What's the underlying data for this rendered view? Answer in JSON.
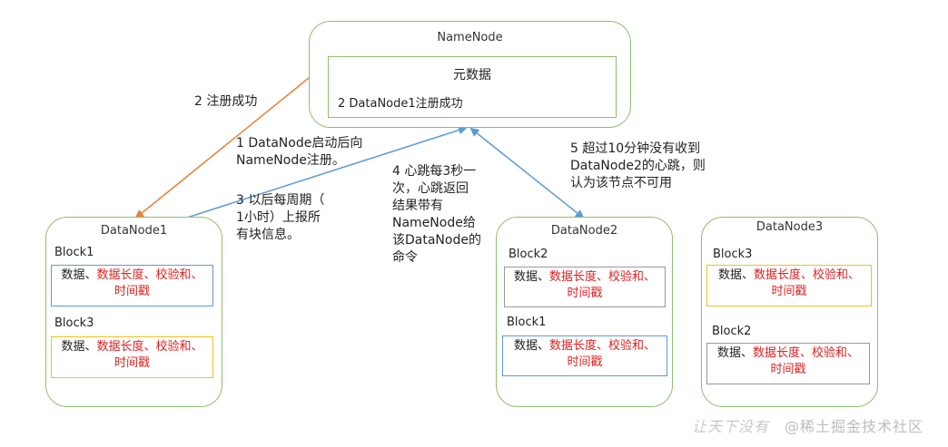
{
  "namenode": {
    "title": "NameNode",
    "meta_title": "元数据",
    "meta_entry": "2 DataNode1注册成功"
  },
  "block_content": {
    "a": "数据、",
    "b": "数据长度、校验和、",
    "c": "时间戳"
  },
  "datanodes": [
    {
      "title": "DataNode1",
      "blocks": [
        "Block1",
        "Block3"
      ]
    },
    {
      "title": "DataNode2",
      "blocks": [
        "Block2",
        "Block1"
      ]
    },
    {
      "title": "DataNode3",
      "blocks": [
        "Block3",
        "Block2"
      ]
    }
  ],
  "annotations": {
    "register_success": "2 注册成功",
    "register_1": "1 DataNode启动后向",
    "register_2": "NameNode注册。",
    "report_1": "3 以后每周期（",
    "report_2": "1小时）上报所",
    "report_3": "有块信息。",
    "heartbeat_1": "4 心跳每3秒一",
    "heartbeat_2": "次，心跳返回",
    "heartbeat_3": "结果带有",
    "heartbeat_4": "NameNode给",
    "heartbeat_5": "该DataNode的",
    "heartbeat_6": "命令",
    "timeout_1": "5 超过10分钟没有收到",
    "timeout_2": "DataNode2的心跳，则",
    "timeout_3": "认为该节点不可用"
  },
  "colors": {
    "box_border": "#8cc06a",
    "arrow_orange": "#e8803a",
    "arrow_blue": "#5b9bd5",
    "block_blue": "#5b9bd5",
    "block_yellow": "#f2c01e",
    "block_gray": "#999999",
    "highlight_red": "#e02020"
  },
  "watermark": {
    "left": "让天下没有",
    "right": "@稀土掘金技术社区"
  }
}
